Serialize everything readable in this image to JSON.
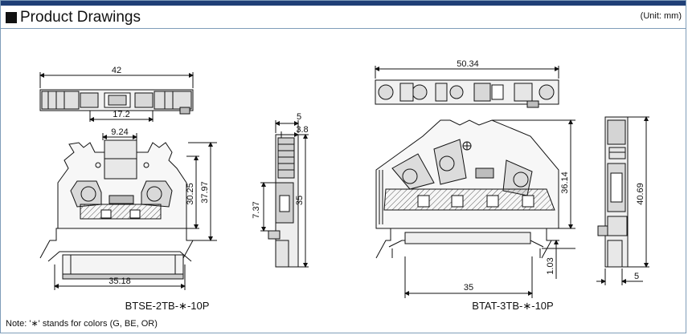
{
  "header": {
    "title": "Product Drawings",
    "unit": "(Unit: mm)"
  },
  "left_drawing": {
    "dims": {
      "top_width": "42",
      "slot_width": "17.2",
      "foot_width": "9.24",
      "height_a": "30.25",
      "height_b": "37.97",
      "base_width": "35.18"
    },
    "part_number": "BTSE-2TB-∗-10P"
  },
  "mid_drawing": {
    "dims": {
      "total": "5",
      "inner": "3.8",
      "height_small": "7.37",
      "height_large": "35"
    }
  },
  "right_drawing": {
    "dims": {
      "top_width": "50.34",
      "height_a": "36.14",
      "offset": "1.03",
      "base_width": "35"
    },
    "part_number": "BTAT-3TB-∗-10P"
  },
  "side_drawing": {
    "dims": {
      "height": "40.69",
      "width": "5"
    }
  },
  "note": "Note: '∗' stands for colors (G, BE, OR)"
}
